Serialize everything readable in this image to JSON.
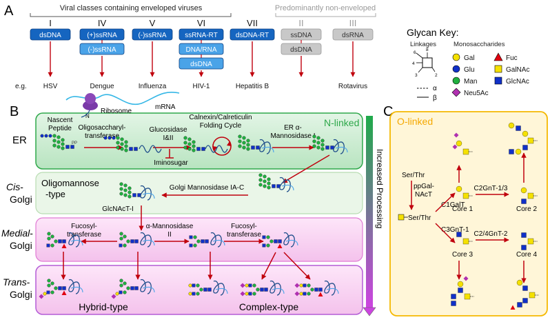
{
  "panel_a": {
    "letter": "A",
    "enveloped_title": "Viral classes containing enveloped viruses",
    "nonenveloped_title": "Predominantly non-enveloped",
    "classes": [
      {
        "numeral": "I",
        "genomes": [
          "dsDNA"
        ],
        "example": "HSV"
      },
      {
        "numeral": "IV",
        "genomes": [
          "(+)ssRNA",
          "(-)ssRNA"
        ],
        "example": "Dengue"
      },
      {
        "numeral": "V",
        "genomes": [
          "(-)ssRNA"
        ],
        "example": "Influenza"
      },
      {
        "numeral": "VI",
        "genomes": [
          "ssRNA-RT",
          "DNA/RNA",
          "dsDNA"
        ],
        "example": "HIV-1"
      },
      {
        "numeral": "VII",
        "genomes": [
          "dsDNA-RT"
        ],
        "example": "Hepatitis B"
      },
      {
        "numeral": "II",
        "genomes": [
          "ssDNA",
          "dsDNA"
        ],
        "example": ""
      },
      {
        "numeral": "III",
        "genomes": [
          "dsRNA"
        ],
        "example": "Rotavirus"
      }
    ],
    "eg_label": "e.g."
  },
  "glycan_key": {
    "title": "Glycan Key:",
    "linkages_title": "Linkages",
    "monosaccharides_title": "Monosaccharides",
    "positions": [
      "6",
      "8",
      "4",
      "3",
      "2"
    ],
    "alpha_label": "α",
    "beta_label": "β",
    "items": [
      {
        "name": "Gal",
        "shape": "circle",
        "color": "#f5e100"
      },
      {
        "name": "Glu",
        "shape": "circle",
        "color": "#1030c8"
      },
      {
        "name": "Man",
        "shape": "circle",
        "color": "#20b040"
      },
      {
        "name": "Neu5Ac",
        "shape": "diamond",
        "color": "#b030b0"
      },
      {
        "name": "Fuc",
        "shape": "triangle",
        "color": "#e00010"
      },
      {
        "name": "GalNAc",
        "shape": "square",
        "color": "#f5e100"
      },
      {
        "name": "GlcNAc",
        "shape": "square",
        "color": "#1030c8"
      }
    ]
  },
  "panel_b": {
    "letter": "B",
    "ribosome_label": "Ribosome",
    "mrna_label": "mRNA",
    "n_label": "N",
    "compartments": {
      "er": "ER",
      "cis_italic": "Cis",
      "cis_rest": "-",
      "cis_golgi": "Golgi",
      "medial_italic": "Medial",
      "medial_rest": "-",
      "medial_golgi": "Golgi",
      "trans_italic": "Trans",
      "trans_rest": "-",
      "trans_golgi": "Golgi"
    },
    "n_linked_label": "N-linked",
    "nascent_line1": "Nascent",
    "nascent_line2": "Peptide",
    "pp_label": "PP",
    "ost_line1": "Oligosaccharyl-",
    "ost_line2": "transferase",
    "glucosidase_line1": "Glucosidase",
    "glucosidase_line2": "I&II",
    "iminosugar": "Iminosugar",
    "calnexin_line1": "Calnexin/Calreticulin",
    "calnexin_line2": "Folding Cycle",
    "er_mann_line1": "ER α-",
    "er_mann_line2": "Mannosidase I",
    "oligomannose_line1": "Oligomannose",
    "oligomannose_line2": "-type",
    "golgi_mann": "Golgi Mannosidase IA-C",
    "glcnact": "GlcNAcT-I",
    "fucosyl_line1": "Fucosyl-",
    "fucosyl_line2": "transferase",
    "alpha_mann_line1": "α-Mannosidase",
    "alpha_mann_line2": "II",
    "hybrid": "Hybrid-type",
    "complex": "Complex-type",
    "increased": "Increased Processing"
  },
  "panel_c": {
    "letter": "C",
    "title": "O-linked",
    "ser_thr": "Ser/Thr",
    "ppgal_line1": "ppGal-",
    "ppgal_line2": "NAcT",
    "c1galt": "C1GalT",
    "c3gnt": "C3GnT-1",
    "c2gnt": "C2GnT-1/3",
    "c24gnt": "C2/4GnT-2",
    "core1": "Core 1",
    "core2": "Core 2",
    "core3": "Core 3",
    "core4": "Core 4"
  },
  "colors": {
    "enveloped_box": "#1565c0",
    "enveloped_box_light": "#4aa3e8",
    "nonenveloped_box": "#c8c8c8",
    "arrow": "#c0000d",
    "er_fill": "#2ea84a",
    "cis_fill": "#e3f2e3",
    "golgi_fill": "#f6c6ef",
    "olinked_fill": "#fff6d6",
    "olinked_border": "#f5b800",
    "olinked_title": "#f5a800",
    "gradient_top": "#1faa4a",
    "gradient_bottom": "#cc44e0"
  }
}
